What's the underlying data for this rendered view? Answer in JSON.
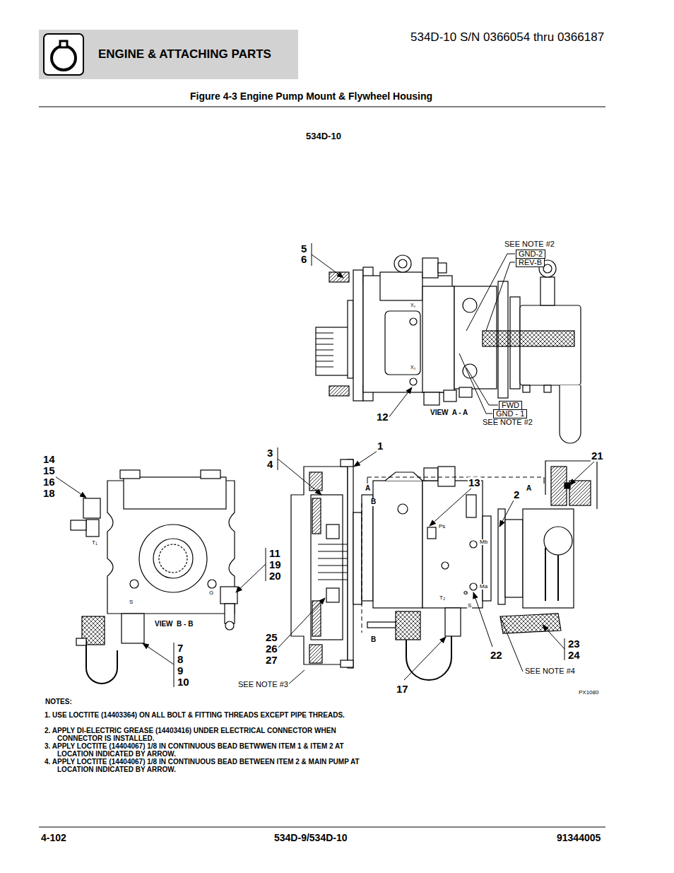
{
  "diagram": {
    "title": "Figure 4-3 Engine Pump Mount & Flywheel Housing",
    "nodes": [
      {
        "text": [
          "ENGINE & ATTACHING PARTS"
        ]
      },
      {
        "text": [
          "GND-2"
        ]
      },
      {
        "text": [
          "REV-B"
        ]
      },
      {
        "text": [
          "FWD"
        ]
      },
      {
        "text": [
          "GND - 1"
        ]
      }
    ],
    "labels": [
      "534D-10 S/N 0366054 thru 0366187",
      "534D-10",
      "5",
      "6",
      "SEE NOTE #2",
      "X₁",
      "X₂",
      "12",
      "VIEW  A - A",
      "SEE NOTE #2",
      "14",
      "15",
      "16",
      "18",
      "3",
      "4",
      "1",
      "21",
      "A",
      "A",
      "B",
      "13",
      "2",
      "Ps",
      "Mb",
      "Ma",
      "G",
      "T₂",
      "S",
      "T₁",
      "11",
      "19",
      "20",
      "G",
      "S",
      "VIEW  B - B",
      "7",
      "8",
      "9",
      "10",
      "25",
      "26",
      "27",
      "B",
      "23",
      "24",
      "22",
      "17",
      "SEE NOTE #3",
      "SEE NOTE #4",
      "PX1080",
      "NOTES:",
      "1. USE LOCTITE (14403364) ON ALL BOLT & FITTING THREADS EXCEPT PIPE THREADS.",
      "2. APPLY DI-ELECTRIC GREASE (14403416) UNDER ELECTRICAL CONNECTOR WHEN CONNECTOR IS INSTALLED.",
      "3. APPLY LOCTITE (14404067) 1/8 IN CONTINUOUS BEAD BETWWEN ITEM 1 & ITEM 2 AT LOCATION INDICATED BY ARROW.",
      "4.  APPLY LOCTITE (14404067) 1/8 IN CONTINUOUS BEAD BETWEEN ITEM 2 & MAIN PUMP AT LOCATION INDICATED BY ARROW.",
      "4-102",
      "534D-9/534D-10",
      "91344005"
    ]
  }
}
